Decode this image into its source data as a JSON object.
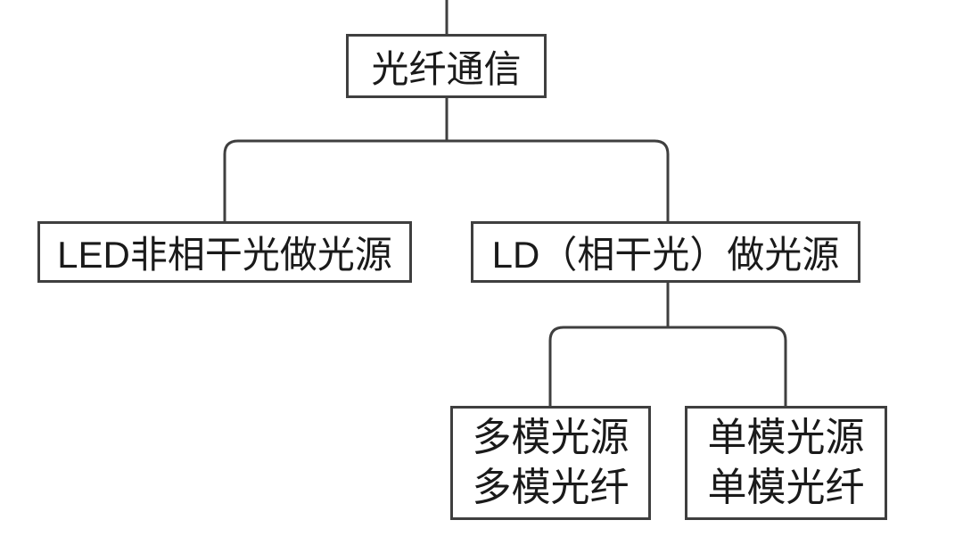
{
  "diagram": {
    "type": "flowchart-tree",
    "background_color": "#ffffff",
    "line_color": "#3f3f3f",
    "box_border_color": "#3f3f3f",
    "box_fill_color": "#ffffff",
    "text_color": "#1a1a1a",
    "nodes": {
      "root": {
        "id": "root",
        "label": "光纤通信"
      },
      "led": {
        "id": "led",
        "label": "LED非相干光做光源"
      },
      "ld": {
        "id": "ld",
        "label": "LD（相干光）做光源"
      },
      "multimode": {
        "id": "multimode",
        "label": "多模光源\n多模光纤"
      },
      "singlemode": {
        "id": "singlemode",
        "label": "单模光源\n单模光纤"
      }
    },
    "edges": [
      {
        "from": "offscreen-parent",
        "to": "root"
      },
      {
        "from": "root",
        "to": "led"
      },
      {
        "from": "root",
        "to": "ld"
      },
      {
        "from": "ld",
        "to": "multimode"
      },
      {
        "from": "ld",
        "to": "singlemode"
      }
    ]
  }
}
